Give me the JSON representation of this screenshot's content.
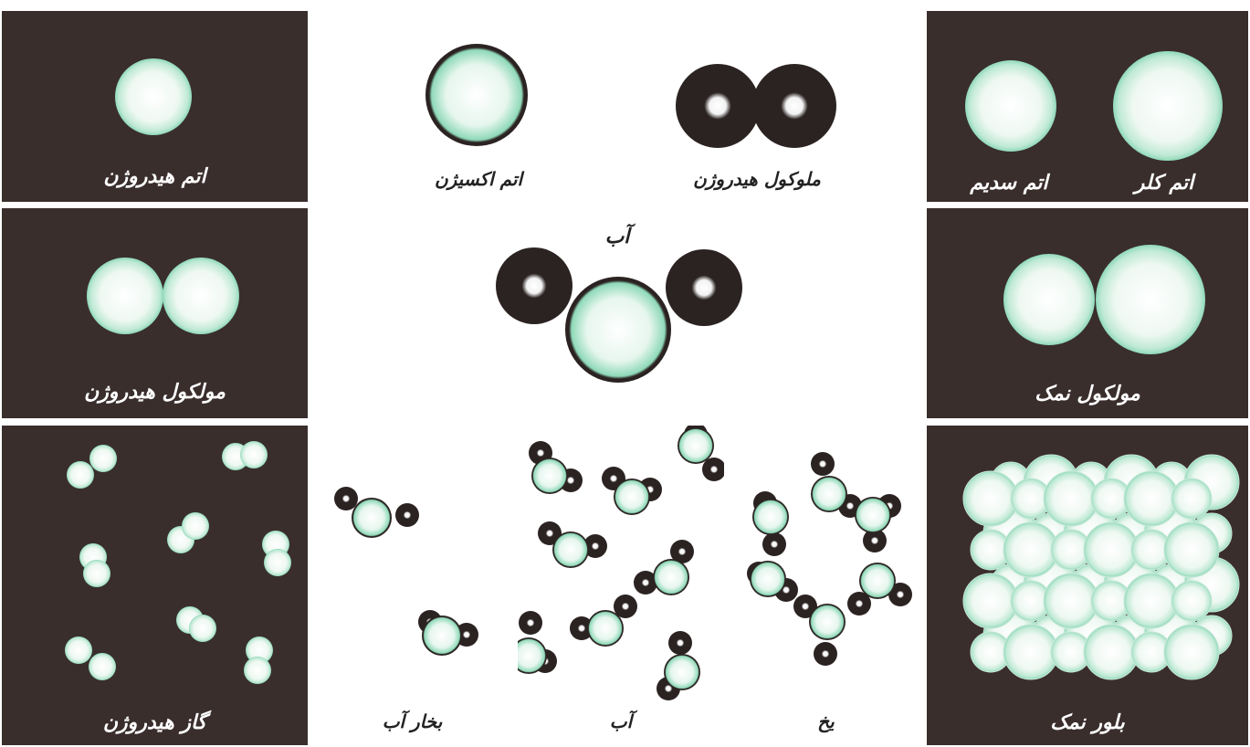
{
  "labels": {
    "hydrogen_atom": "اتم هیدروژن",
    "oxygen_atom": "اتم اکسیژن",
    "hydrogen_molecule_top": "ملوکول هیدروژن",
    "sodium_atom": "اتم سدیم",
    "chlorine_atom": "اتم کلر",
    "hydrogen_molecule": "مولکول هیدروژن",
    "water_title": "آب",
    "salt_molecule": "مولکول نمک",
    "hydrogen_gas": "گاز هیدروژن",
    "water_vapor": "بخار آب",
    "water_liquid": "آب",
    "ice": "یخ",
    "salt_crystal": "بلور نمک"
  },
  "colors": {
    "dark_panel": "#3a2e2d",
    "light_panel": "#ffffff",
    "atom_fill": "#ecf7f0",
    "atom_tint": "#8fd9b8",
    "atom_dark": "#2b2322"
  }
}
